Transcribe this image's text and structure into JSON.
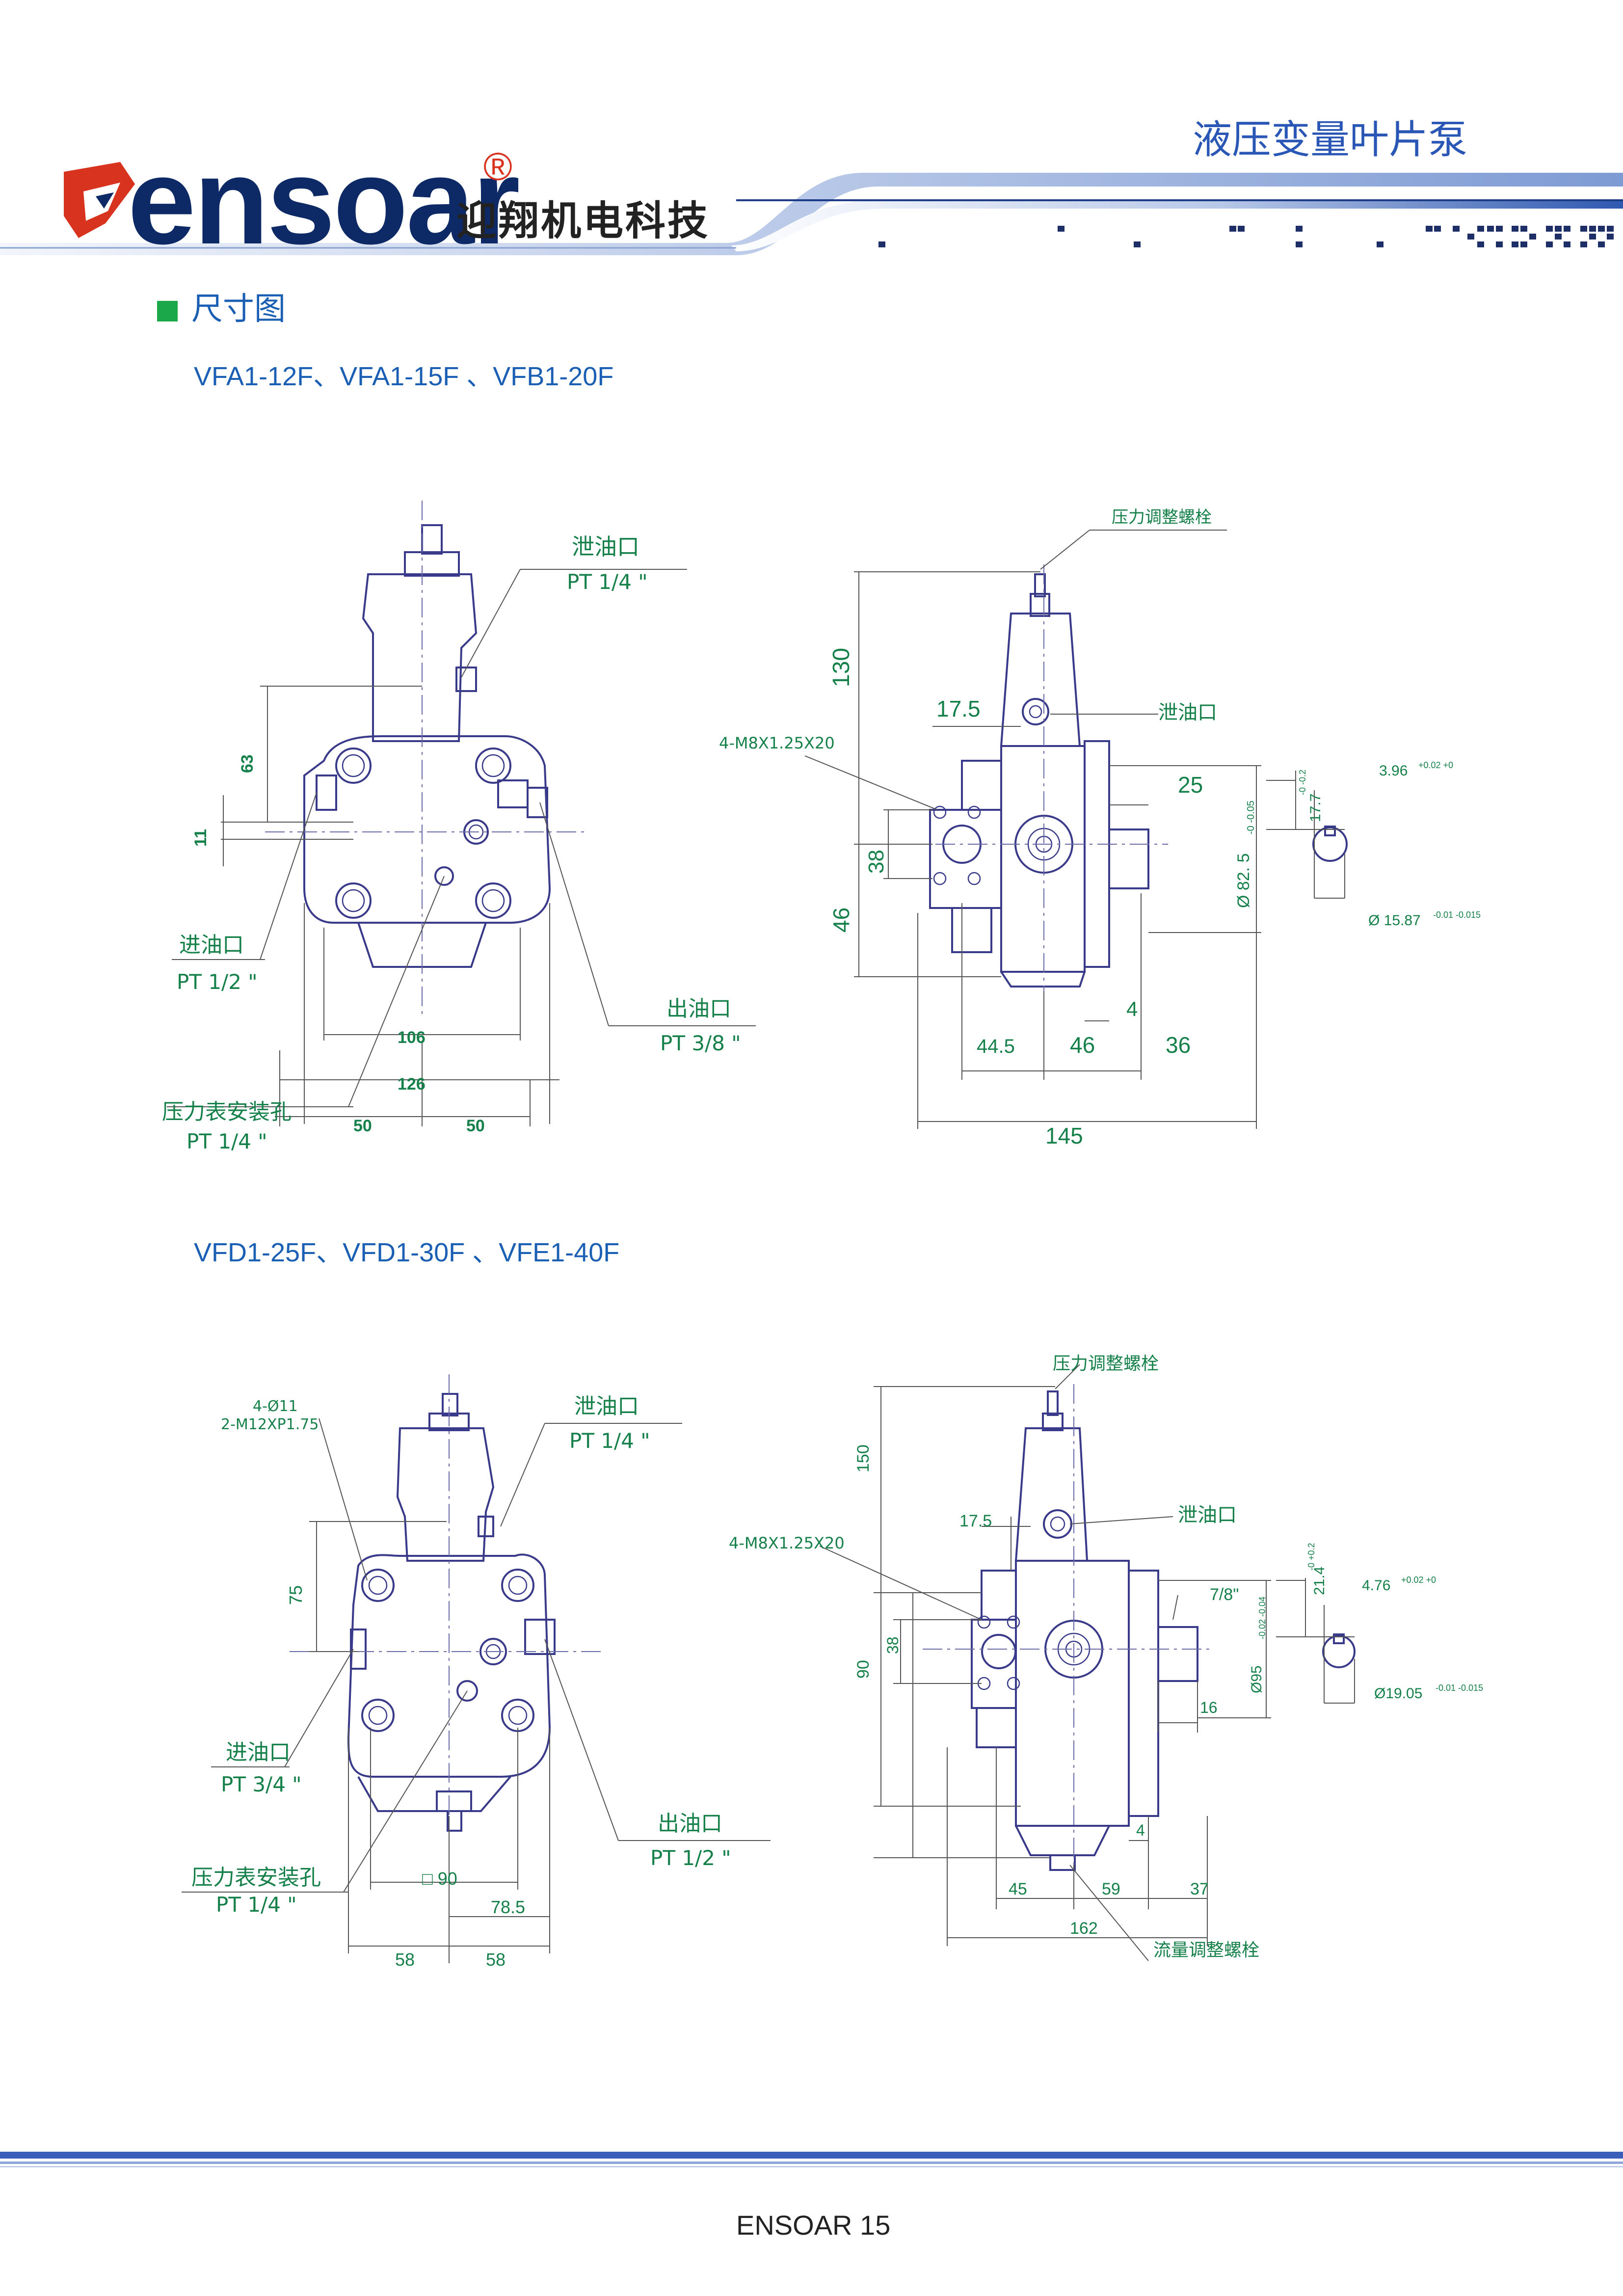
{
  "header": {
    "logo_text": "ensoar",
    "registered_mark": "®",
    "company_name": "迎翔机电科技",
    "product_title": "液压变量叶片泵"
  },
  "section": {
    "title": "尺寸图"
  },
  "group1": {
    "models": "VFA1-12F、VFA1-15F 、VFB1-20F",
    "front_view": {
      "drain_label": "泄油口",
      "drain_spec": "PT  1/4 \"",
      "inlet_label": "进油口",
      "inlet_spec": "PT  1/2 \"",
      "outlet_label": "出油口",
      "outlet_spec": "PT  3/8 \"",
      "gauge_label": "压力表安装孔",
      "gauge_spec": "PT  1/4 \"",
      "dim_63": "63",
      "dim_11": "11",
      "dim_106": "106",
      "dim_126": "126",
      "dim_50a": "50",
      "dim_50b": "50"
    },
    "side_view": {
      "pressure_screw": "压力调整螺栓",
      "drain_label": "泄油口",
      "bolt_spec": "4-M8X1.25X20",
      "dim_130": "130",
      "dim_17_5": "17.5",
      "dim_38": "38",
      "dim_46v": "46",
      "dim_25": "25",
      "dim_82_5": "Ø 82. 5",
      "tol_82_5": "-0 -0.05",
      "dim_4": "4",
      "dim_44_5": "44.5",
      "dim_46h": "46",
      "dim_36": "36",
      "dim_145": "145",
      "key_17_7": "17.7",
      "tol_17_7": "-0 -0.2",
      "key_3_96": "3.96",
      "tol_3_96": "+0.02 +0",
      "shaft_15_87": "Ø 15.87",
      "tol_15_87": "-0.01 -0.015"
    }
  },
  "group2": {
    "models": "VFD1-25F、VFD1-30F 、VFE1-40F",
    "front_view": {
      "hole_spec_1": "4-Ø11",
      "hole_spec_2": "2-M12XP1.75",
      "drain_label": "泄油口",
      "drain_spec": "PT  1/4 \"",
      "inlet_label": "进油口",
      "inlet_spec": "PT  3/4 \"",
      "outlet_label": "出油口",
      "outlet_spec": "PT  1/2 \"",
      "gauge_label": "压力表安装孔",
      "gauge_spec": "PT  1/4 \"",
      "dim_75": "75",
      "dim_sq90": "□ 90",
      "dim_78_5": "78.5",
      "dim_58a": "58",
      "dim_58b": "58"
    },
    "side_view": {
      "pressure_screw": "压力调整螺栓",
      "drain_label": "泄油口",
      "bolt_spec": "4-M8X1.25X20",
      "flow_screw": "流量调整螺栓",
      "dim_150": "150",
      "dim_17_5": "17.5",
      "dim_38": "38",
      "dim_90": "90",
      "dim_7_8": "7/8\"",
      "dim_95": "Ø95",
      "tol_95": "-0.02 -0.04",
      "dim_16": "16",
      "dim_4": "4",
      "dim_45": "45",
      "dim_59": "59",
      "dim_37": "37",
      "dim_162": "162",
      "key_21_4": "21.4",
      "tol_21_4": "-0 +0.2",
      "key_4_76": "4.76",
      "tol_4_76": "+0.02 +0",
      "shaft_19_05": "Ø19.05",
      "tol_19_05": "-0.01 -0.015"
    }
  },
  "footer": {
    "text": "ENSOAR  15"
  },
  "colors": {
    "brand_blue": "#0e2a66",
    "accent_blue": "#1a5fb4",
    "logo_red": "#d8331f",
    "label_green": "#16804a",
    "drawing_line": "#3a3a8a"
  }
}
